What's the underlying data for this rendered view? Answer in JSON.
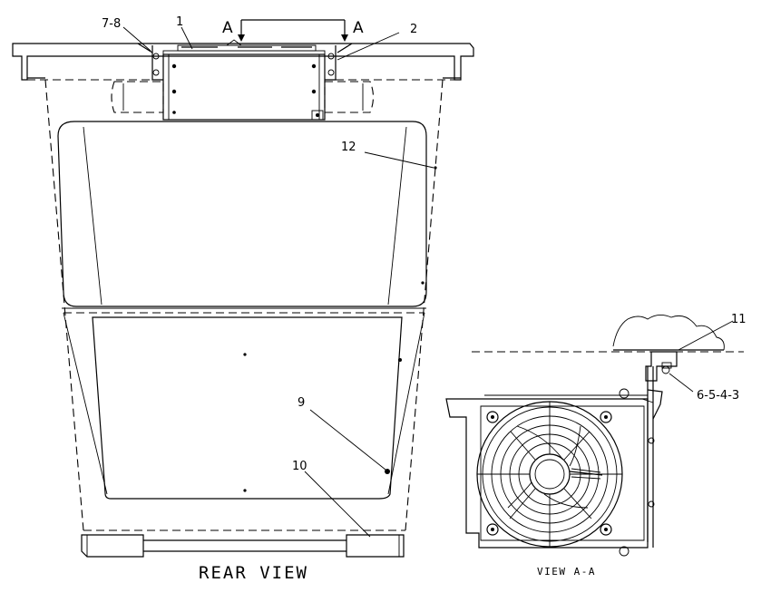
{
  "callouts": {
    "c7_8": "7-8",
    "c1": "1",
    "c2": "2",
    "c12": "12",
    "c9": "9",
    "c10": "10",
    "c11": "11",
    "c6_5_4_3": "6-5-4-3"
  },
  "section_marks": {
    "left": "A",
    "right": "A"
  },
  "titles": {
    "rear_view": "REAR VIEW",
    "view_a_a": "VIEW A-A"
  }
}
